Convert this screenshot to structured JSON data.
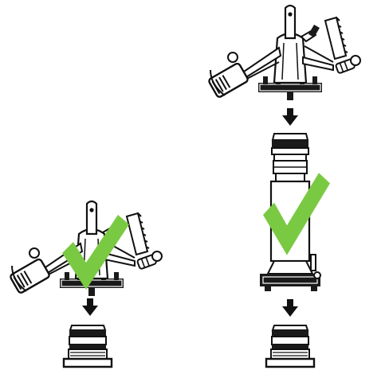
{
  "colors": {
    "line": "#111111",
    "fill": "#ffffff",
    "dark": "#1a1a1a",
    "check": "#7ac943",
    "arrow": "#111111"
  },
  "figure": {
    "assemblies": [
      {
        "id": "left",
        "parts": [
          "sprinkler-head",
          "green-checkmark",
          "down-arrow",
          "base-flange"
        ]
      },
      {
        "id": "right",
        "parts": [
          "sprinkler-head",
          "down-arrow",
          "riser-extension",
          "green-checkmark",
          "down-arrow",
          "base-flange"
        ]
      }
    ]
  },
  "icons": [
    "checkmark-icon",
    "down-arrow-icon"
  ]
}
